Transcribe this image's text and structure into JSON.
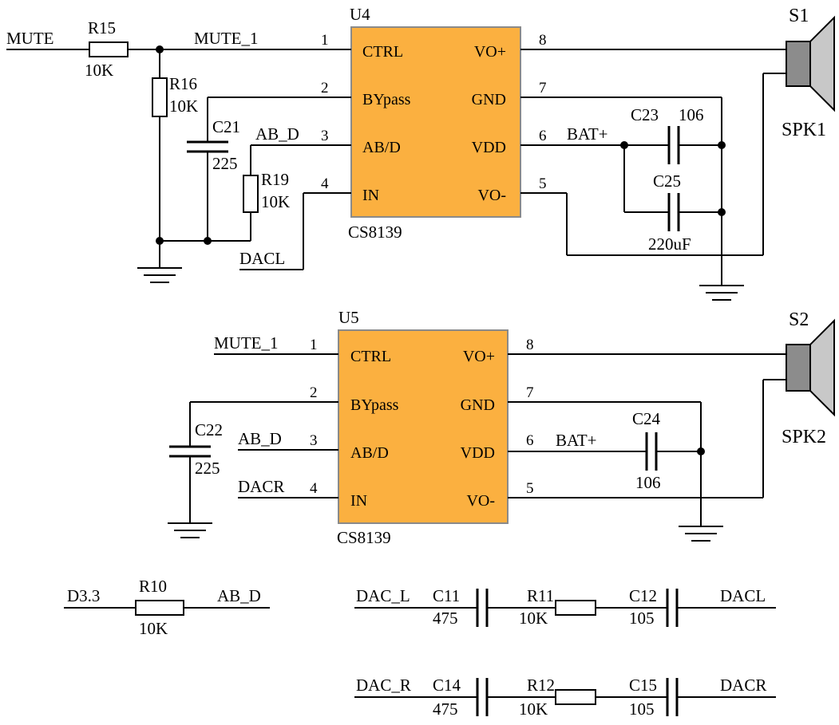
{
  "u4": {
    "ref": "U4",
    "part": "CS8139",
    "pins_left": [
      "CTRL",
      "BYpass",
      "AB/D",
      "IN"
    ],
    "pins_right": [
      "VO+",
      "GND",
      "VDD",
      "VO-"
    ],
    "pin_nums_left": [
      "1",
      "2",
      "3",
      "4"
    ],
    "pin_nums_right": [
      "8",
      "7",
      "6",
      "5"
    ]
  },
  "u5": {
    "ref": "U5",
    "part": "CS8139",
    "pins_left": [
      "CTRL",
      "BYpass",
      "AB/D",
      "IN"
    ],
    "pins_right": [
      "VO+",
      "GND",
      "VDD",
      "VO-"
    ],
    "pin_nums_left": [
      "1",
      "2",
      "3",
      "4"
    ],
    "pin_nums_right": [
      "8",
      "7",
      "6",
      "5"
    ]
  },
  "nets": {
    "mute": "MUTE",
    "mute_1": "MUTE_1",
    "mute_1_u5": "MUTE_1",
    "ab_d_u4": "AB_D",
    "ab_d_u5": "AB_D",
    "ab_d_r10": "AB_D",
    "dacl_u4": "DACL",
    "dacr_u5": "DACR",
    "dacl_out": "DACL",
    "dacr_out": "DACR",
    "bat_u4": "BAT+",
    "bat_u5": "BAT+",
    "d33": "D3.3",
    "dac_l": "DAC_L",
    "dac_r": "DAC_R"
  },
  "components": {
    "r15": {
      "ref": "R15",
      "value": "10K"
    },
    "r16": {
      "ref": "R16",
      "value": "10K"
    },
    "r19": {
      "ref": "R19",
      "value": "10K"
    },
    "c21": {
      "ref": "C21",
      "value": "225"
    },
    "c23": {
      "ref": "C23",
      "value": "106"
    },
    "c25": {
      "ref": "C25",
      "value": "220uF"
    },
    "c22": {
      "ref": "C22",
      "value": "225"
    },
    "c24": {
      "ref": "C24",
      "value": "106"
    },
    "r10": {
      "ref": "R10",
      "value": "10K"
    },
    "c11": {
      "ref": "C11",
      "value": "475"
    },
    "r11": {
      "ref": "R11",
      "value": "10K"
    },
    "c12": {
      "ref": "C12",
      "value": "105"
    },
    "c14": {
      "ref": "C14",
      "value": "475"
    },
    "r12": {
      "ref": "R12",
      "value": "10K"
    },
    "c15": {
      "ref": "C15",
      "value": "105"
    }
  },
  "speakers": {
    "s1": {
      "ref": "S1",
      "name": "SPK1"
    },
    "s2": {
      "ref": "S2",
      "name": "SPK2"
    }
  }
}
